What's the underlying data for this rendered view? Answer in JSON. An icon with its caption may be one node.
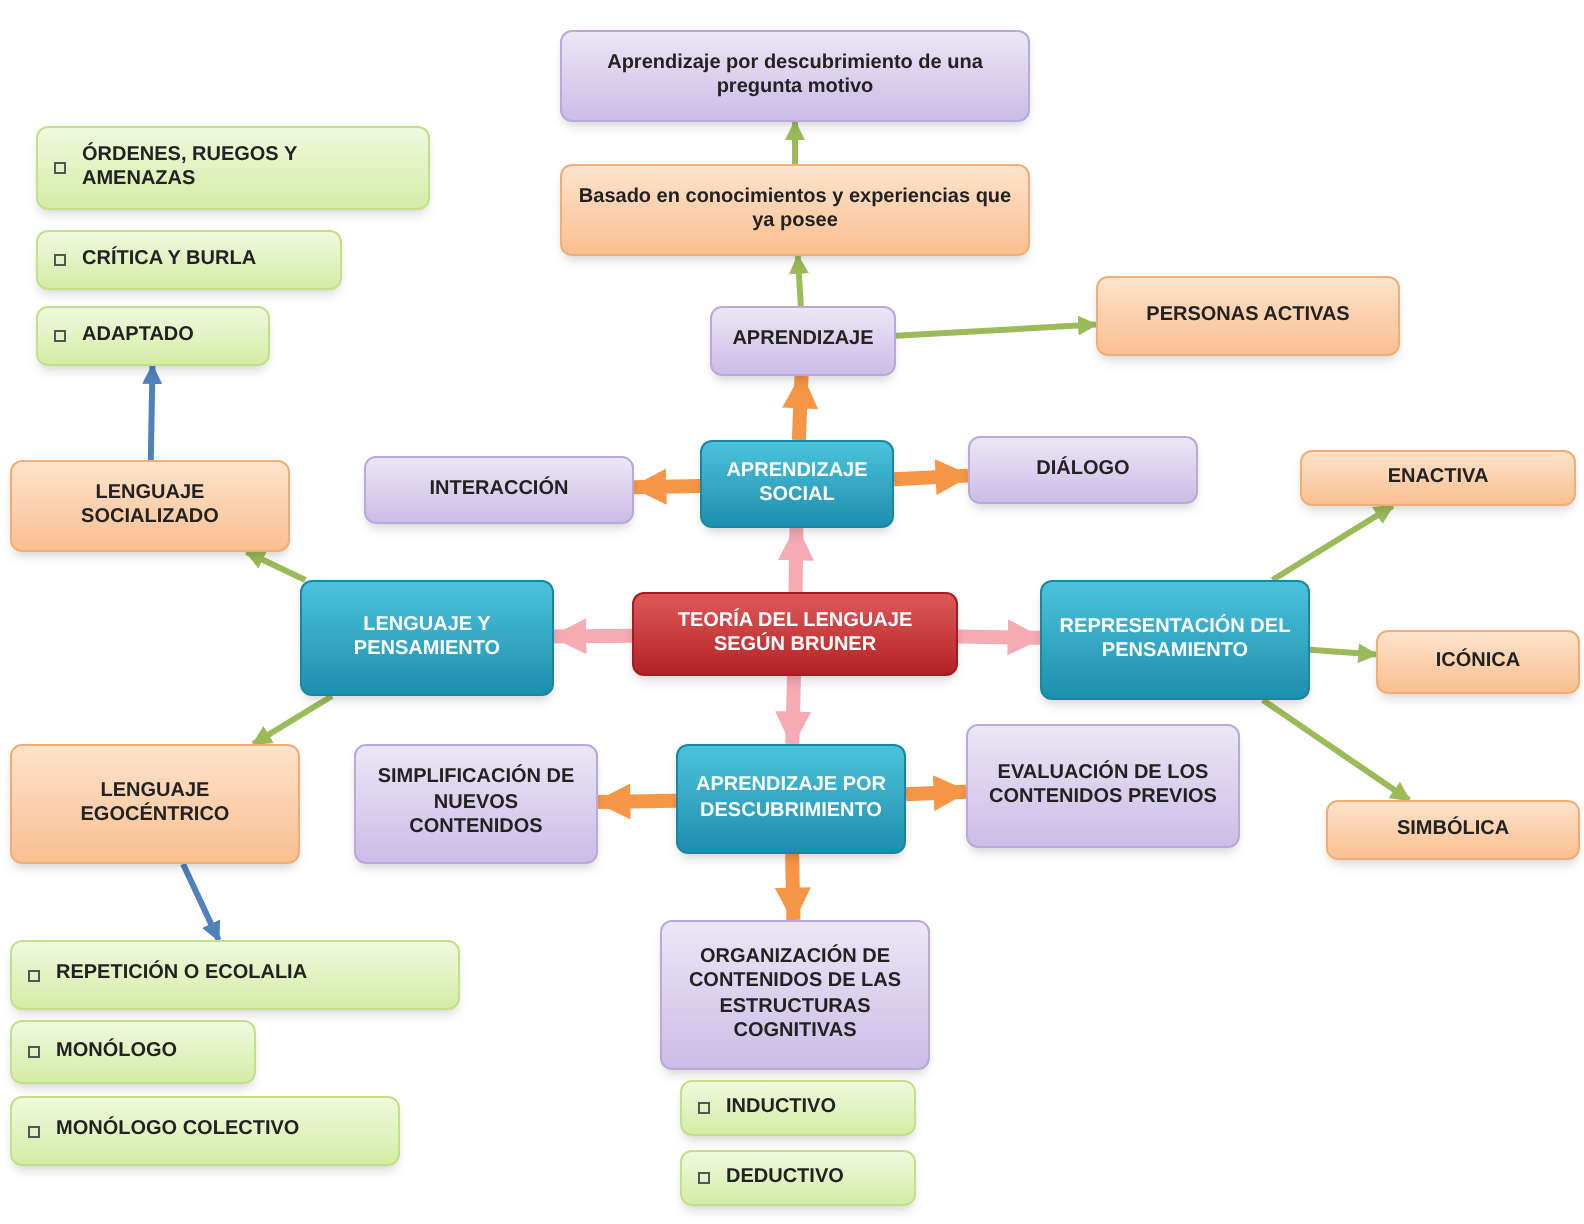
{
  "diagram": {
    "nodes": [
      {
        "text": [
          "Aprendizaje por descubrimiento de una pregunta motivo"
        ]
      },
      {
        "text": [
          "Basado en conocimientos y experiencias que ya posee"
        ]
      },
      {
        "text": [
          "APRENDIZAJE"
        ]
      },
      {
        "text": [
          "PERSONAS ACTIVAS"
        ]
      },
      {
        "text": [
          "ÓRDENES, RUEGOS Y AMENAZAS"
        ]
      },
      {
        "text": [
          "CRÍTICA Y BURLA"
        ]
      },
      {
        "text": [
          "ADAPTADO"
        ]
      },
      {
        "text": [
          "LENGUAJE SOCIALIZADO"
        ]
      },
      {
        "text": [
          "INTERACCIÓN"
        ]
      },
      {
        "text": [
          "APRENDIZAJE SOCIAL"
        ]
      },
      {
        "text": [
          "DIÁLOGO"
        ]
      },
      {
        "text": [
          "ENACTIVA"
        ]
      },
      {
        "text": [
          "LENGUAJE Y PENSAMIENTO"
        ]
      },
      {
        "text": [
          "TEORÍA DEL LENGUAJE SEGÚN BRUNER"
        ]
      },
      {
        "text": [
          "REPRESENTACIÓN DEL PENSAMIENTO"
        ]
      },
      {
        "text": [
          "ICÓNICA"
        ]
      },
      {
        "text": [
          "LENGUAJE EGOCÉNTRICO"
        ]
      },
      {
        "text": [
          "SIMPLIFICACIÓN DE NUEVOS CONTENIDOS"
        ]
      },
      {
        "text": [
          "APRENDIZAJE POR DESCUBRIMIENTO"
        ]
      },
      {
        "text": [
          "EVALUACIÓN DE LOS CONTENIDOS PREVIOS"
        ]
      },
      {
        "text": [
          "SIMBÓLICA"
        ]
      },
      {
        "text": [
          "REPETICIÓN O ECOLALIA"
        ]
      },
      {
        "text": [
          "MONÓLOGO"
        ]
      },
      {
        "text": [
          "MONÓLOGO COLECTIVO"
        ]
      },
      {
        "text": [
          "ORGANIZACIÓN DE CONTENIDOS DE LAS ESTRUCTURAS COGNITIVAS"
        ]
      },
      {
        "text": [
          "INDUCTIVO"
        ]
      },
      {
        "text": [
          "DEDUCTIVO"
        ]
      }
    ],
    "edges": [
      {
        "from": 1,
        "to": 0,
        "arrow": "to"
      },
      {
        "from": 2,
        "to": 1,
        "arrow": "to"
      },
      {
        "from": 2,
        "to": 3,
        "arrow": "to"
      },
      {
        "from": 9,
        "to": 2,
        "arrow": "to",
        "style": "thick",
        "color": "#f79646"
      },
      {
        "from": 9,
        "to": 8,
        "arrow": "to",
        "style": "thick",
        "color": "#f79646"
      },
      {
        "from": 9,
        "to": 10,
        "arrow": "to",
        "style": "thick",
        "color": "#f79646"
      },
      {
        "from": 13,
        "to": 9,
        "arrow": "to",
        "style": "thick",
        "color": "#f5aab4"
      },
      {
        "from": 13,
        "to": 12,
        "arrow": "to",
        "style": "thick",
        "color": "#f5aab4"
      },
      {
        "from": 13,
        "to": 14,
        "arrow": "to",
        "style": "thick",
        "color": "#f5aab4"
      },
      {
        "from": 13,
        "to": 18,
        "arrow": "to",
        "style": "thick",
        "color": "#f5aab4"
      },
      {
        "from": 12,
        "to": 7,
        "arrow": "to"
      },
      {
        "from": 12,
        "to": 16,
        "arrow": "to"
      },
      {
        "from": 7,
        "to": 6,
        "arrow": "to",
        "color": "#4f81bd"
      },
      {
        "from": 16,
        "to": 21,
        "arrow": "to",
        "color": "#4f81bd"
      },
      {
        "from": 14,
        "to": 11,
        "arrow": "to"
      },
      {
        "from": 14,
        "to": 15,
        "arrow": "to"
      },
      {
        "from": 14,
        "to": 20,
        "arrow": "to"
      },
      {
        "from": 18,
        "to": 17,
        "arrow": "to",
        "style": "thick",
        "color": "#f79646"
      },
      {
        "from": 18,
        "to": 19,
        "arrow": "to",
        "style": "thick",
        "color": "#f79646"
      },
      {
        "from": 18,
        "to": 24,
        "arrow": "to",
        "style": "thick",
        "color": "#f79646"
      }
    ]
  }
}
